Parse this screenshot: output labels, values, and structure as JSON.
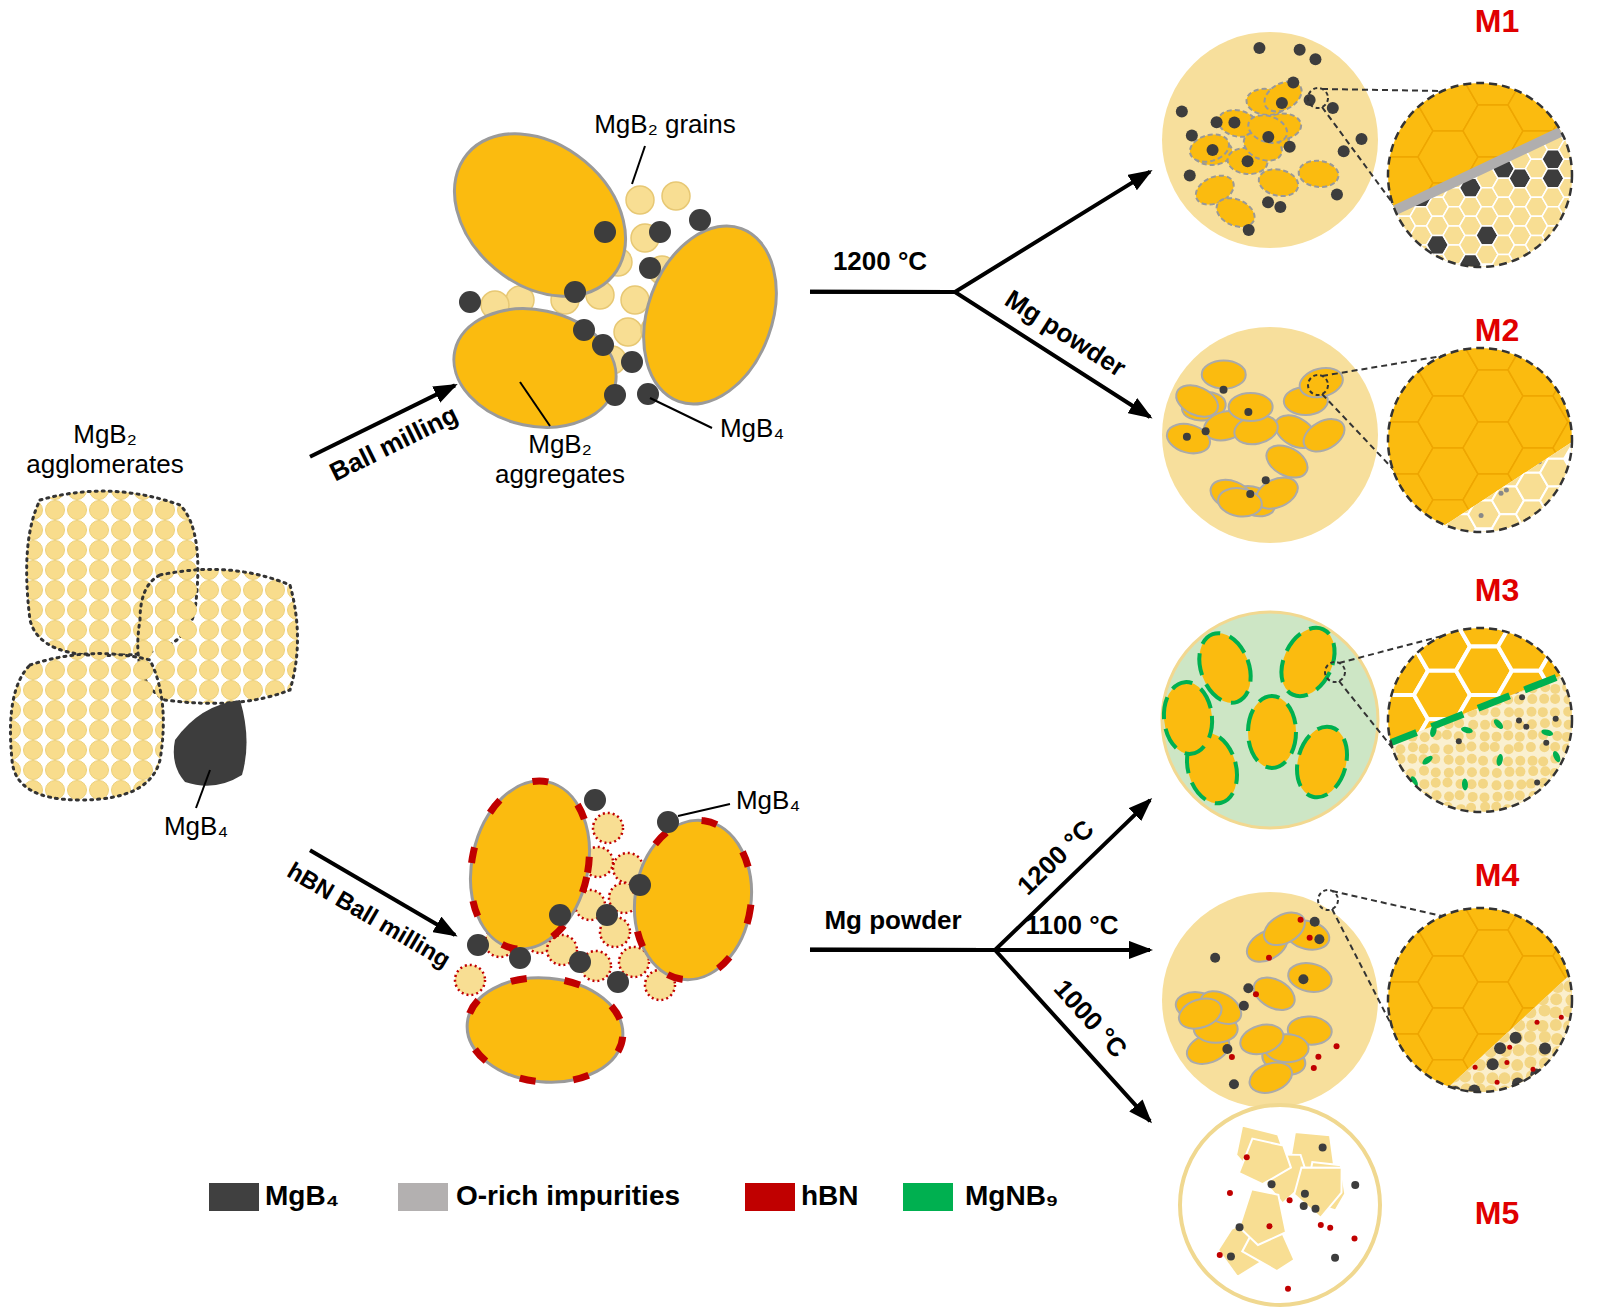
{
  "diagram": {
    "nodes": [
      {
        "text": [
          "MgB₂ agglomerates",
          "MgB₄"
        ]
      },
      {
        "text": [
          "MgB₂ grains",
          "MgB₄",
          "MgB₂ aggregates"
        ]
      },
      {
        "text": [
          "MgB₄"
        ]
      },
      {
        "text": [
          "M1"
        ]
      },
      {
        "text": [
          "M2"
        ]
      },
      {
        "text": [
          "M3"
        ]
      },
      {
        "text": [
          "M4"
        ]
      },
      {
        "text": [
          "M5"
        ]
      }
    ],
    "edges": [
      {
        "from": 0,
        "to": 1,
        "label": "Ball milling",
        "arrow": "to"
      },
      {
        "from": 0,
        "to": 2,
        "label": "hBN Ball milling",
        "arrow": "to"
      },
      {
        "from": 1,
        "to": 3,
        "arrow": "to"
      },
      {
        "from": 1,
        "to": 4,
        "label": "Mg powder",
        "arrow": "to"
      },
      {
        "from": 2,
        "to": 5,
        "label": "1200 °C",
        "arrow": "to"
      },
      {
        "from": 2,
        "to": 6,
        "label": "1100 °C",
        "arrow": "to"
      },
      {
        "from": 2,
        "to": 7,
        "label": "1000 °C",
        "arrow": "to"
      }
    ],
    "labels": [
      "1200 °C",
      "Mg powder"
    ],
    "legend": [
      {
        "text": "MgB₄",
        "color": "#404040"
      },
      {
        "text": "O-rich impurities",
        "color": "#b3b0b0"
      },
      {
        "text": "hBN",
        "color": "#c00000"
      },
      {
        "text": "MgNB₉",
        "color": "#00b050"
      }
    ]
  }
}
